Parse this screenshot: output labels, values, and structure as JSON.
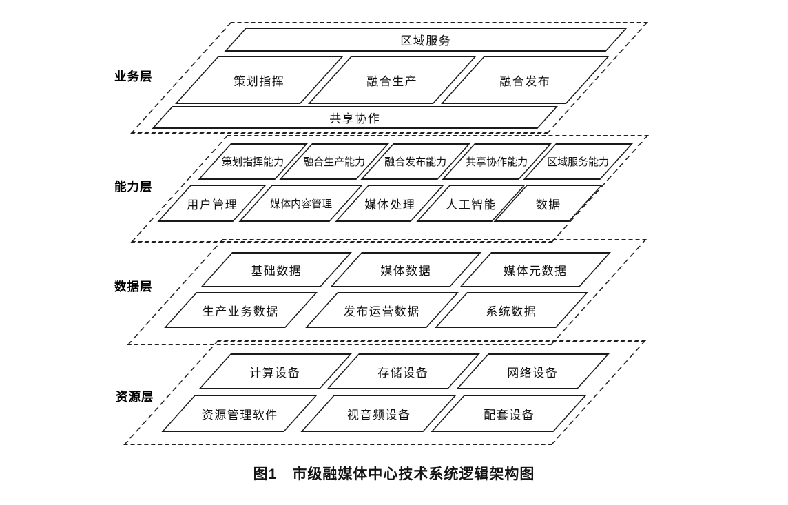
{
  "diagram": {
    "caption": {
      "label": "图1",
      "title": "市级融媒体中心技术系统逻辑架构图"
    },
    "layers": [
      {
        "name": "业务层",
        "top_bar": "区域服务",
        "boxes": [
          "策划指挥",
          "融合生产",
          "融合发布"
        ],
        "bottom_bar": "共享协作"
      },
      {
        "name": "能力层",
        "rows": [
          [
            "策划指挥能力",
            "融合生产能力",
            "融合发布能力",
            "共享协作能力",
            "区域服务能力"
          ],
          [
            "用户管理",
            "媒体内容管理",
            "媒体处理",
            "人工智能",
            "数据"
          ]
        ]
      },
      {
        "name": "数据层",
        "rows": [
          [
            "基础数据",
            "媒体数据",
            "媒体元数据"
          ],
          [
            "生产业务数据",
            "发布运营数据",
            "系统数据"
          ]
        ]
      },
      {
        "name": "资源层",
        "rows": [
          [
            "计算设备",
            "存储设备",
            "网络设备"
          ],
          [
            "资源管理软件",
            "视音频设备",
            "配套设备"
          ]
        ]
      }
    ],
    "colors": {
      "line": "#1a1a1a",
      "background": "#ffffff",
      "text": "#111111"
    }
  }
}
